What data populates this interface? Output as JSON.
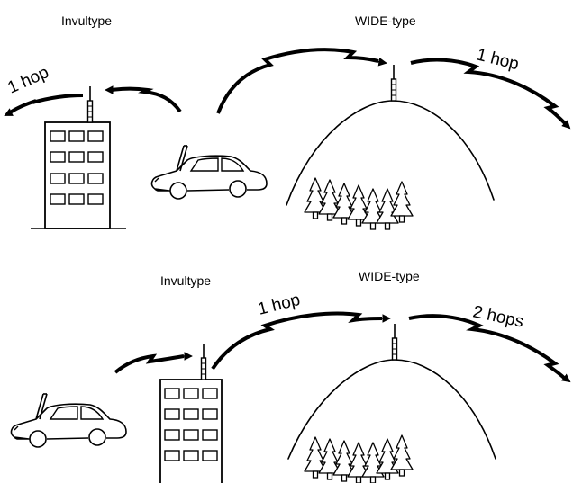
{
  "scene1": {
    "left_label": "Invultype",
    "right_label": "WIDE-type",
    "hop_left": "1 hop",
    "hop_right": "1 hop"
  },
  "scene2": {
    "left_label": "Invultype",
    "right_label": "WIDE-type",
    "hop_left": "1 hop",
    "hop_right": "2 hops"
  },
  "icons": [
    "building-icon",
    "car-icon",
    "mountain-icon",
    "antenna-icon",
    "forest-icon",
    "radio-wave-arrow-icon"
  ]
}
